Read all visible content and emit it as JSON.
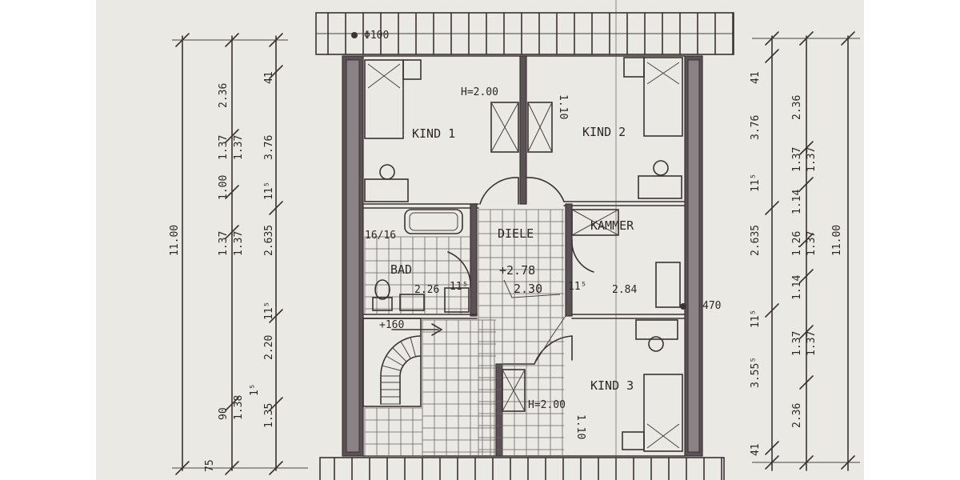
{
  "rooms": {
    "kind1": "KIND 1",
    "kind2": "KIND 2",
    "kind3": "KIND 3",
    "diele": "DIELE",
    "kammer": "KAMMER",
    "bad": "BAD"
  },
  "annotations": {
    "chimney": "Φ100",
    "h_top": "H=2.00",
    "h_bottom": "H=2.00",
    "win_110_top": "1.10",
    "win_110_bottom": "1.10",
    "bath_window": "16/16",
    "bad_area": "2.26",
    "bad_11": "11⁵",
    "diele_elev": "+2.78",
    "diele_area": "2.30",
    "kammer_115": "11⁵",
    "kammer_area": "2.84",
    "stair_mark": "+160",
    "right_470": "470"
  },
  "dims_left": {
    "overall": "11.00",
    "d_236": "2.36",
    "d_41": "41",
    "d_376": "3.76",
    "d_137a": "1.37",
    "d_137b": "1.37",
    "d_100": "1.00",
    "d_115a": "11⁵",
    "d_137c": "1.37",
    "d_137d": "1.37",
    "d_2635": "2.635",
    "d_115b": "11⁵",
    "d_220": "2.20",
    "d_90": "90",
    "d_138": "1.38",
    "d_135": "1.35",
    "d_75": "75",
    "d_1": "1⁵"
  },
  "dims_right": {
    "overall": "11.00",
    "d_41": "41",
    "d_236": "2.36",
    "d_376": "3.76",
    "d_137a": "1.37",
    "d_137b": "1.37",
    "d_114a": "1.14",
    "d_115a": "11⁵",
    "d_126": "1.26",
    "d_137c": "1.37",
    "d_2635": "2.635",
    "d_114b": "1.14",
    "d_115b": "11⁵",
    "d_137d": "1.37",
    "d_137e": "1.37",
    "d_3555": "3.55⁵",
    "d_236b": "2.36",
    "d_41b": "41"
  }
}
